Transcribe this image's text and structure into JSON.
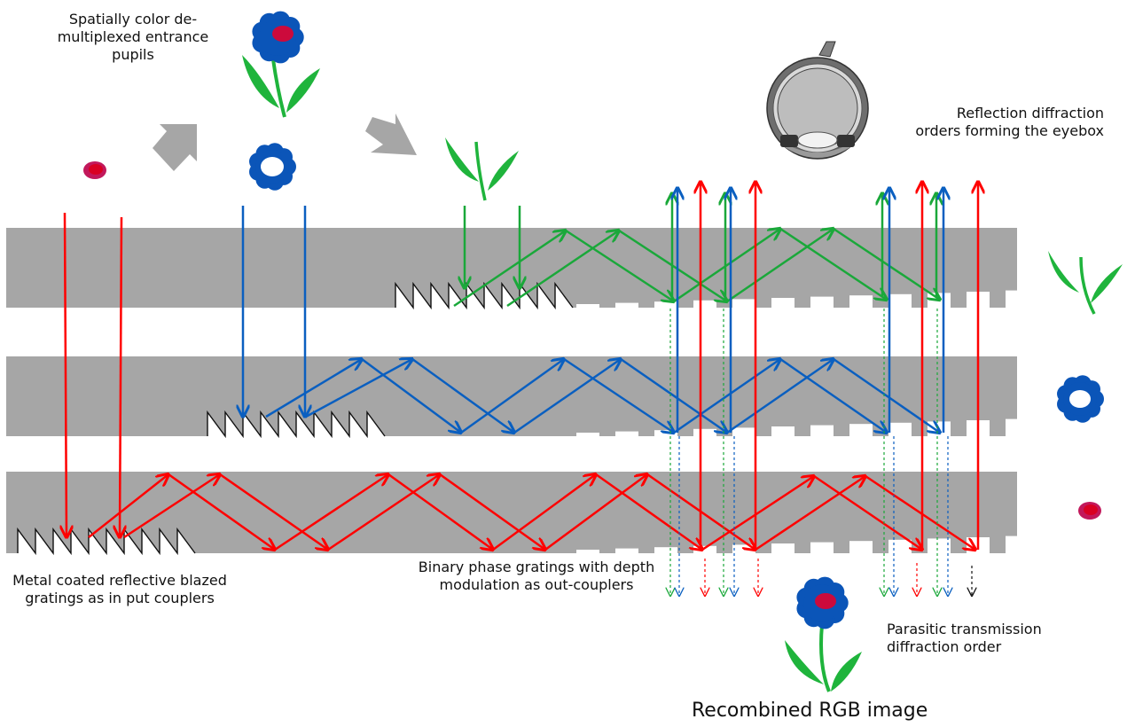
{
  "labels": {
    "entrance_pupils": "Spatially color de-\nmultiplexed entrance\npupils",
    "eyebox": "Reflection diffraction\norders forming the eyebox",
    "input_couplers": "Metal coated  reflective blazed\ngratings as in put couplers",
    "out_couplers": "Binary phase gratings with depth\nmodulation as out-couplers",
    "parasitic": "Parasitic transmission\ndiffraction order",
    "recombined": "Recombined  RGB image"
  },
  "colors": {
    "red": "#ff0000",
    "green": "#1aa83a",
    "blue": "#0a5fc0",
    "waveguide": "#a6a6a6",
    "arrow_gray": "#a6a6a6",
    "flower_blue": "#0b55b8",
    "flower_center": "#cc0a3c",
    "leaf_green": "#1fb43c",
    "eye_gray": "#7f7f7f"
  },
  "waveguides": [
    {
      "name": "green-waveguide",
      "color_channel": "green"
    },
    {
      "name": "blue-waveguide",
      "color_channel": "blue"
    },
    {
      "name": "red-waveguide",
      "color_channel": "red"
    }
  ],
  "icons": [
    "flower-rgb-icon",
    "flower-blue-petals-icon",
    "flower-red-center-icon",
    "leaves-green-icon",
    "eye-icon",
    "gray-arrow-icon"
  ]
}
